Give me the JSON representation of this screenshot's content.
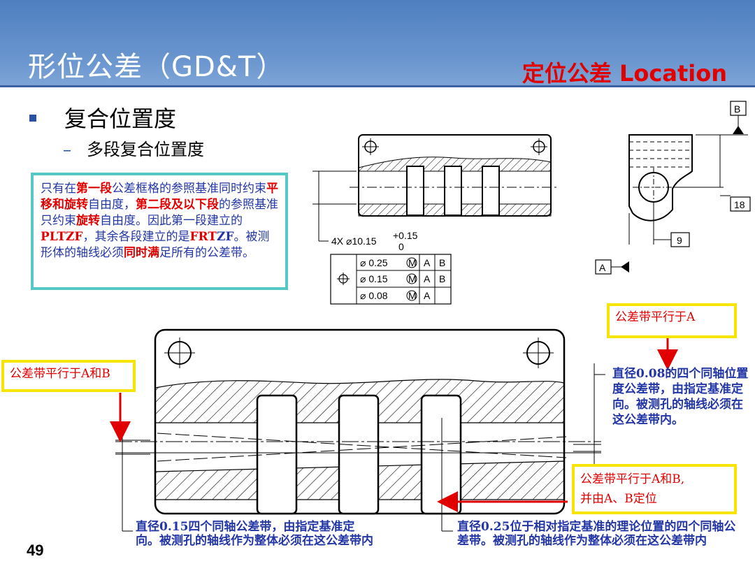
{
  "header": {
    "title": "形位公差（GD&T）",
    "subtitle": "定位公差 Location"
  },
  "bullets": {
    "level1": "复合位置度",
    "level2": "多段复合位置度"
  },
  "note": {
    "p1": "只有在",
    "p2": "第一段",
    "p3": "公差框格的参照基准同时约束",
    "p4": "平移和旋转",
    "p5": "自由度，",
    "p6": "第二段及以下段",
    "p7": "的参照基准只约束",
    "p8": "旋转",
    "p9": "自由度。因此第一段建立的",
    "p10": "PLTZF",
    "p11": "，其余各段建立的是",
    "p12": "FRT",
    "p13": "ZF",
    "p14": "。被测形体的轴线必须",
    "p15": "同时满",
    "p16": "足所有的公差带。"
  },
  "drawing": {
    "hole_callout": "4X ⌀10.15",
    "tol_plus": "+0.15",
    "tol_zero": "0",
    "fcf_rows": [
      {
        "tol": "⌀ 0.25",
        "mod": "M",
        "d1": "A",
        "d2": "B"
      },
      {
        "tol": "⌀ 0.15",
        "mod": "M",
        "d1": "A",
        "d2": "B"
      },
      {
        "tol": "⌀ 0.08",
        "mod": "M",
        "d1": "A",
        "d2": ""
      }
    ],
    "datum_b": "B",
    "datum_a": "A",
    "dim_18": "18",
    "dim_9": "9"
  },
  "callouts": {
    "parallel_a": "公差带平行于A",
    "parallel_ab_left": "公差带平行于A和B",
    "parallel_ab_right_1": "公差带平行于A和B,",
    "parallel_ab_right_2": "并由A、B定位"
  },
  "notes": {
    "right_note": "直径0.08的四个同轴位置度公差带，由指定基准定向。被测孔的轴线必须在这公差带内。",
    "bottom_left": "直径0.15四个同轴公差带，由指定基准定向。被测孔的轴线作为整体必须在这公差带内",
    "bottom_right": "直径0.25位于相对指定基准的理论位置的四个同轴公差带。被测孔的轴线作为整体必须在这公差带内"
  },
  "page_number": "49",
  "colors": {
    "header_blue": "#5a86c6",
    "accent_red": "#e00000",
    "note_blue": "#2236a6",
    "callout_yellow": "#f5e500",
    "note_border": "#55c7c7"
  }
}
